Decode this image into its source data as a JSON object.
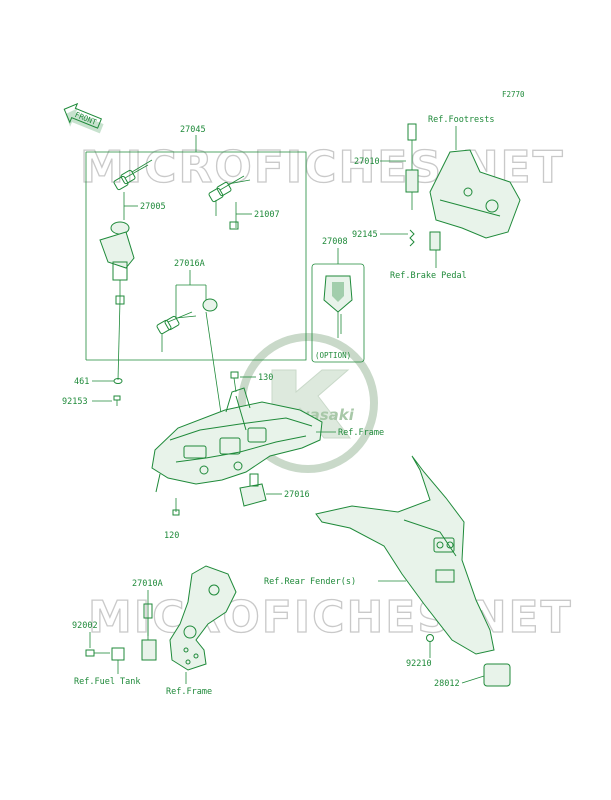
{
  "figure_code": "F2770",
  "front_label": "FRONT",
  "watermark_text": "MICROFICHES.NET",
  "logo_text": "Kawasaki",
  "colors": {
    "line": "#1f8a3a",
    "watermark": "#c9c9c9"
  },
  "callouts": {
    "p27045": "27045",
    "p27005": "27005",
    "p21007": "21007",
    "p27016A": "27016A",
    "p461": "461",
    "p92153": "92153",
    "p130": "130",
    "p120": "120",
    "p27016": "27016",
    "p27010": "27010",
    "p92145": "92145",
    "p27008": "27008",
    "option": "(OPTION)",
    "p27010A": "27010A",
    "p92002": "92002",
    "p92210": "92210",
    "p28012": "28012"
  },
  "references": {
    "footrests": "Ref.Footrests",
    "brake_pedal": "Ref.Brake Pedal",
    "frame_upper": "Ref.Frame",
    "rear_fender": "Ref.Rear Fender(s)",
    "fuel_tank": "Ref.Fuel Tank",
    "frame_lower": "Ref.Frame"
  }
}
